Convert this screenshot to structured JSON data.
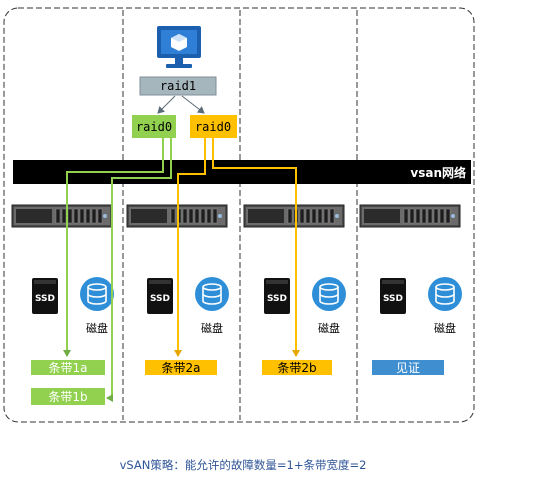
{
  "diagram": {
    "nodes": {
      "vm_icon": "virtual-machine-monitor-icon",
      "raid1": "raid1",
      "raid0_left": "raid0",
      "raid0_right": "raid0"
    },
    "network": {
      "label": "vsan网络"
    },
    "hosts": [
      {
        "ssd_label": "SSD",
        "disk_label": "磁盘"
      },
      {
        "ssd_label": "SSD",
        "disk_label": "磁盘"
      },
      {
        "ssd_label": "SSD",
        "disk_label": "磁盘"
      },
      {
        "ssd_label": "SSD",
        "disk_label": "磁盘"
      }
    ],
    "components": [
      {
        "label": "条带1a",
        "color": "#92d050"
      },
      {
        "label": "条带1b",
        "color": "#92d050"
      },
      {
        "label": "条带2a",
        "color": "#ffc000"
      },
      {
        "label": "条带2b",
        "color": "#ffc000"
      },
      {
        "label": "见证",
        "color": "#3e8ed0"
      }
    ],
    "policy_caption": "vSAN策略：能允许的故障数量=1+条带宽度=2"
  },
  "colors": {
    "raid1_fill": "#a6b6bd",
    "green": "#92d050",
    "orange": "#ffc000",
    "blue": "#3e8ed0",
    "network_bar": "#000000",
    "caption_text": "#2f5597"
  }
}
